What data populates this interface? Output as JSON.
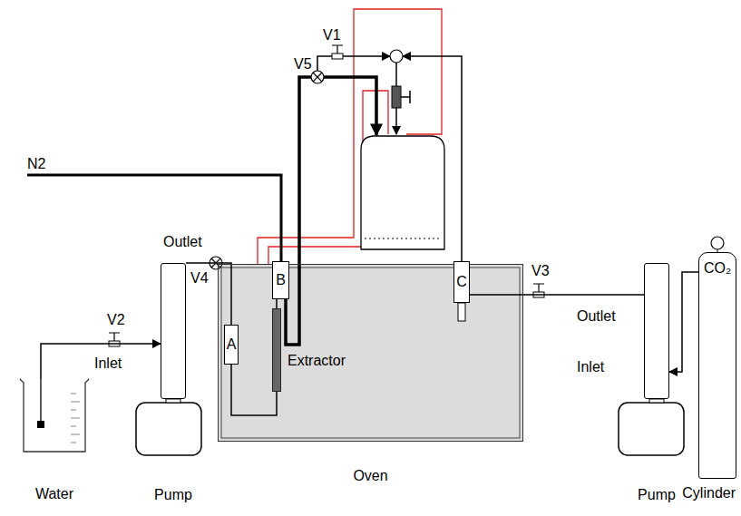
{
  "diagram": {
    "nodes": [
      {
        "text": [
          "Oven"
        ]
      },
      {
        "text": [
          "A"
        ],
        "in": 0
      },
      {
        "text": [
          "B"
        ],
        "in": 0
      },
      {
        "text": [
          "C"
        ],
        "in": 0
      },
      {
        "text": [
          "Extractor"
        ],
        "in": 0
      },
      {
        "text": [
          "Water"
        ]
      },
      {
        "text": [
          "Pump"
        ]
      },
      {
        "text": [
          "Pump"
        ]
      },
      {
        "text": [
          "CO₂",
          "Cylinder"
        ]
      }
    ],
    "edges": [
      {
        "from": 5,
        "to": 6,
        "arrow": "to"
      },
      {
        "from": 6,
        "to": 1,
        "arrow": "none"
      },
      {
        "from": 1,
        "to": 4,
        "arrow": "none"
      },
      {
        "from": 4,
        "to": 2,
        "arrow": "none"
      },
      {
        "from": 8,
        "to": 7,
        "arrow": "to"
      },
      {
        "from": 7,
        "to": 3,
        "arrow": "none"
      }
    ],
    "labels": [
      "N2",
      "V1",
      "V5",
      "Outlet",
      "V2",
      "Inlet",
      "V4",
      "V3",
      "Outlet",
      "Inlet"
    ]
  }
}
